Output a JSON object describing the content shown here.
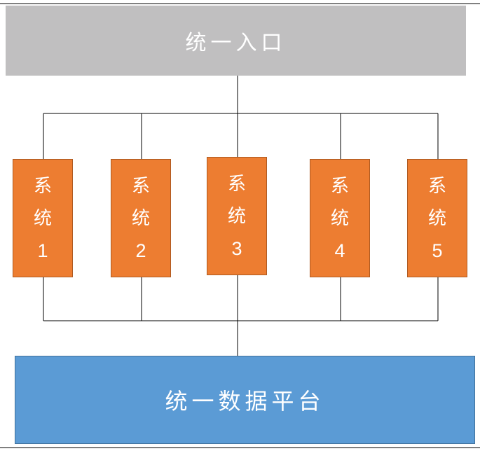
{
  "entry": {
    "label": "统一入口"
  },
  "platform": {
    "label": "统一数据平台"
  },
  "systems": [
    {
      "char1": "系",
      "char2": "统",
      "number": "1"
    },
    {
      "char1": "系",
      "char2": "统",
      "number": "2"
    },
    {
      "char1": "系",
      "char2": "统",
      "number": "3"
    },
    {
      "char1": "系",
      "char2": "统",
      "number": "4"
    },
    {
      "char1": "系",
      "char2": "统",
      "number": "5"
    }
  ],
  "colors": {
    "entry_fill": "#c0bfc0",
    "system_fill": "#ed7d31",
    "platform_fill": "#5b9bd5",
    "text": "#ffffff",
    "connector": "#000000"
  }
}
